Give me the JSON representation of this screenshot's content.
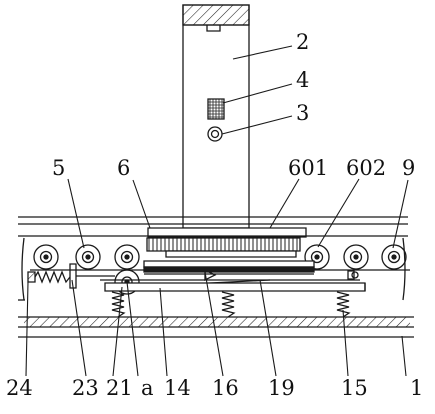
{
  "labels": {
    "l1": "1",
    "l2": "2",
    "l3": "3",
    "l4": "4",
    "l5": "5",
    "l6": "6",
    "l9": "9",
    "l14": "14",
    "l15": "15",
    "l16": "16",
    "l19": "19",
    "l21": "21",
    "l23": "23",
    "l24": "24",
    "la": "a",
    "l601": "601",
    "l602": "602"
  }
}
